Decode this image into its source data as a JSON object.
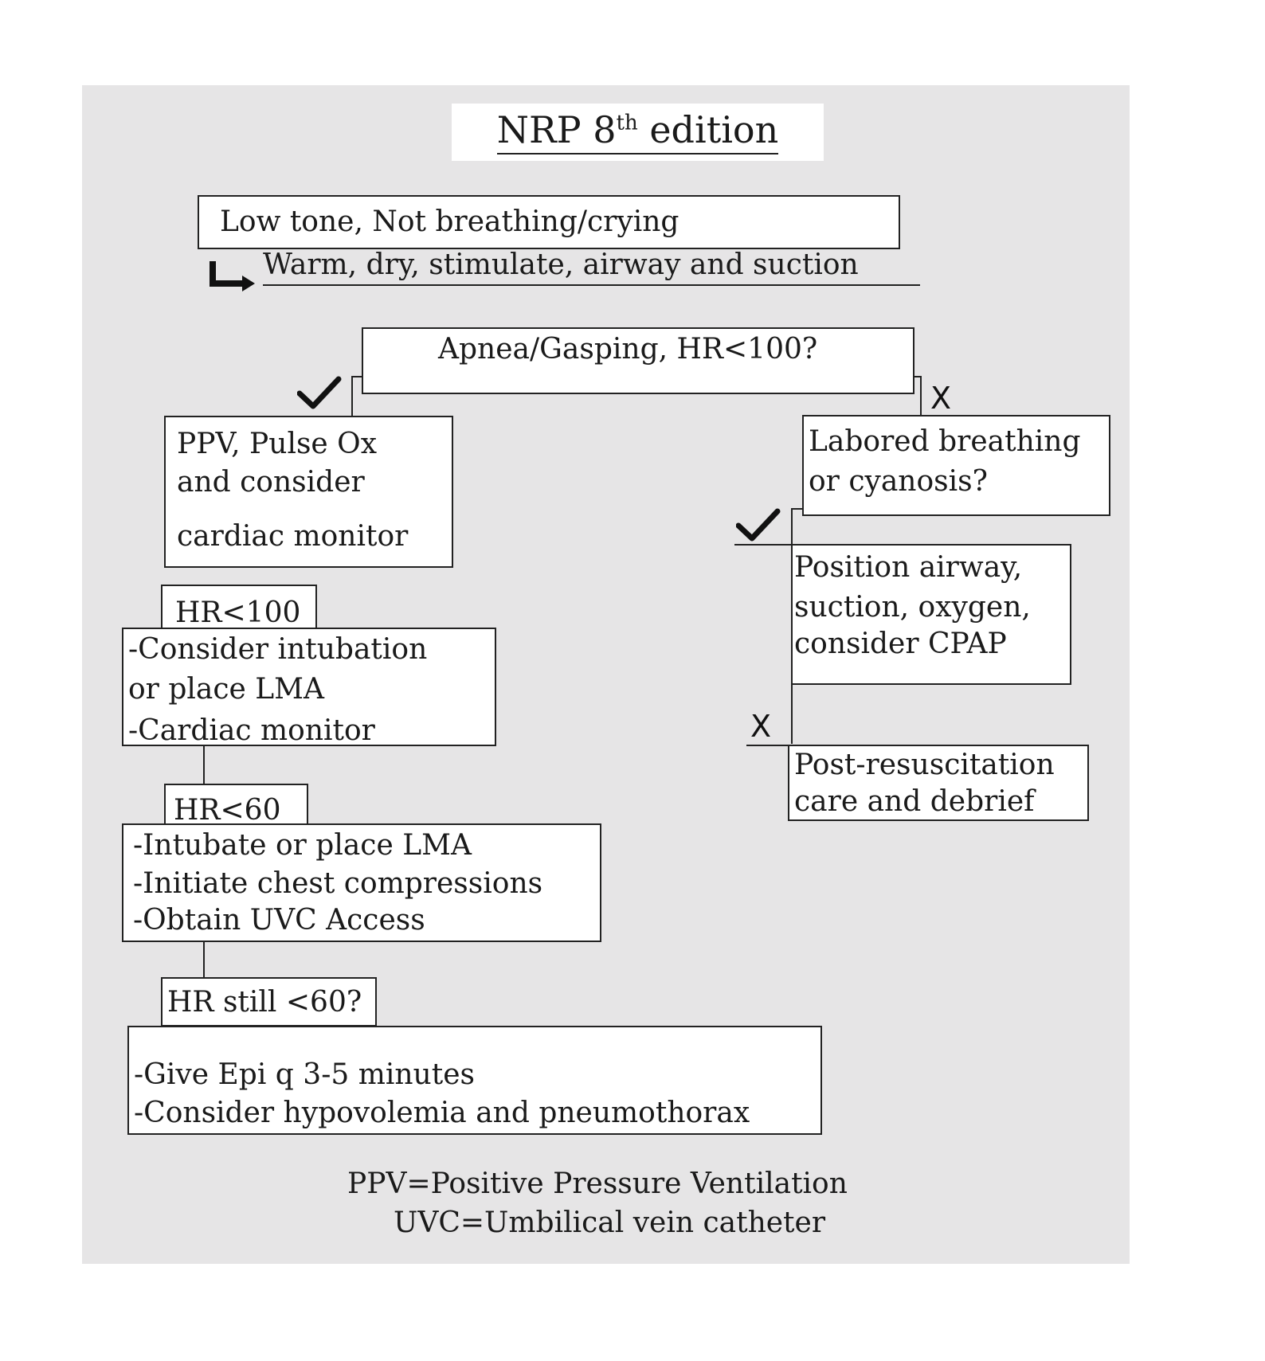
{
  "title": {
    "main": "NRP 8",
    "sup": "th",
    "rest": " edition"
  },
  "nodes": {
    "start": "Low tone, Not breathing/crying",
    "initial_steps": "Warm, dry, stimulate, airway and suction",
    "question1": "Apnea/Gasping, HR<100?",
    "ppv": [
      "PPV, Pulse Ox",
      "and consider",
      "cardiac monitor"
    ],
    "hr100_label": "HR<100",
    "hr100_actions": [
      "-Consider intubation",
      " or place LMA",
      "-Cardiac monitor"
    ],
    "hr60_label": "HR<60",
    "hr60_actions": [
      "-Intubate or place LMA",
      "-Initiate chest compressions",
      "-Obtain UVC Access"
    ],
    "hrstill_label": "HR still <60?",
    "hrstill_actions": [
      "-Give Epi q 3-5 minutes",
      "-Consider hypovolemia and pneumothorax"
    ],
    "question2": [
      "Labored breathing",
      "or cyanosis?"
    ],
    "position": [
      "Position airway,",
      " suction, oxygen,",
      " consider CPAP"
    ],
    "post": [
      "Post-resuscitation",
      "care and debrief"
    ]
  },
  "marks": {
    "yes": "✓",
    "no": "X"
  },
  "legend": [
    "PPV=Positive Pressure Ventilation",
    "UVC=Umbilical vein catheter"
  ],
  "icons": {
    "arrow": "elbow-arrow-icon",
    "check": "check-icon"
  }
}
